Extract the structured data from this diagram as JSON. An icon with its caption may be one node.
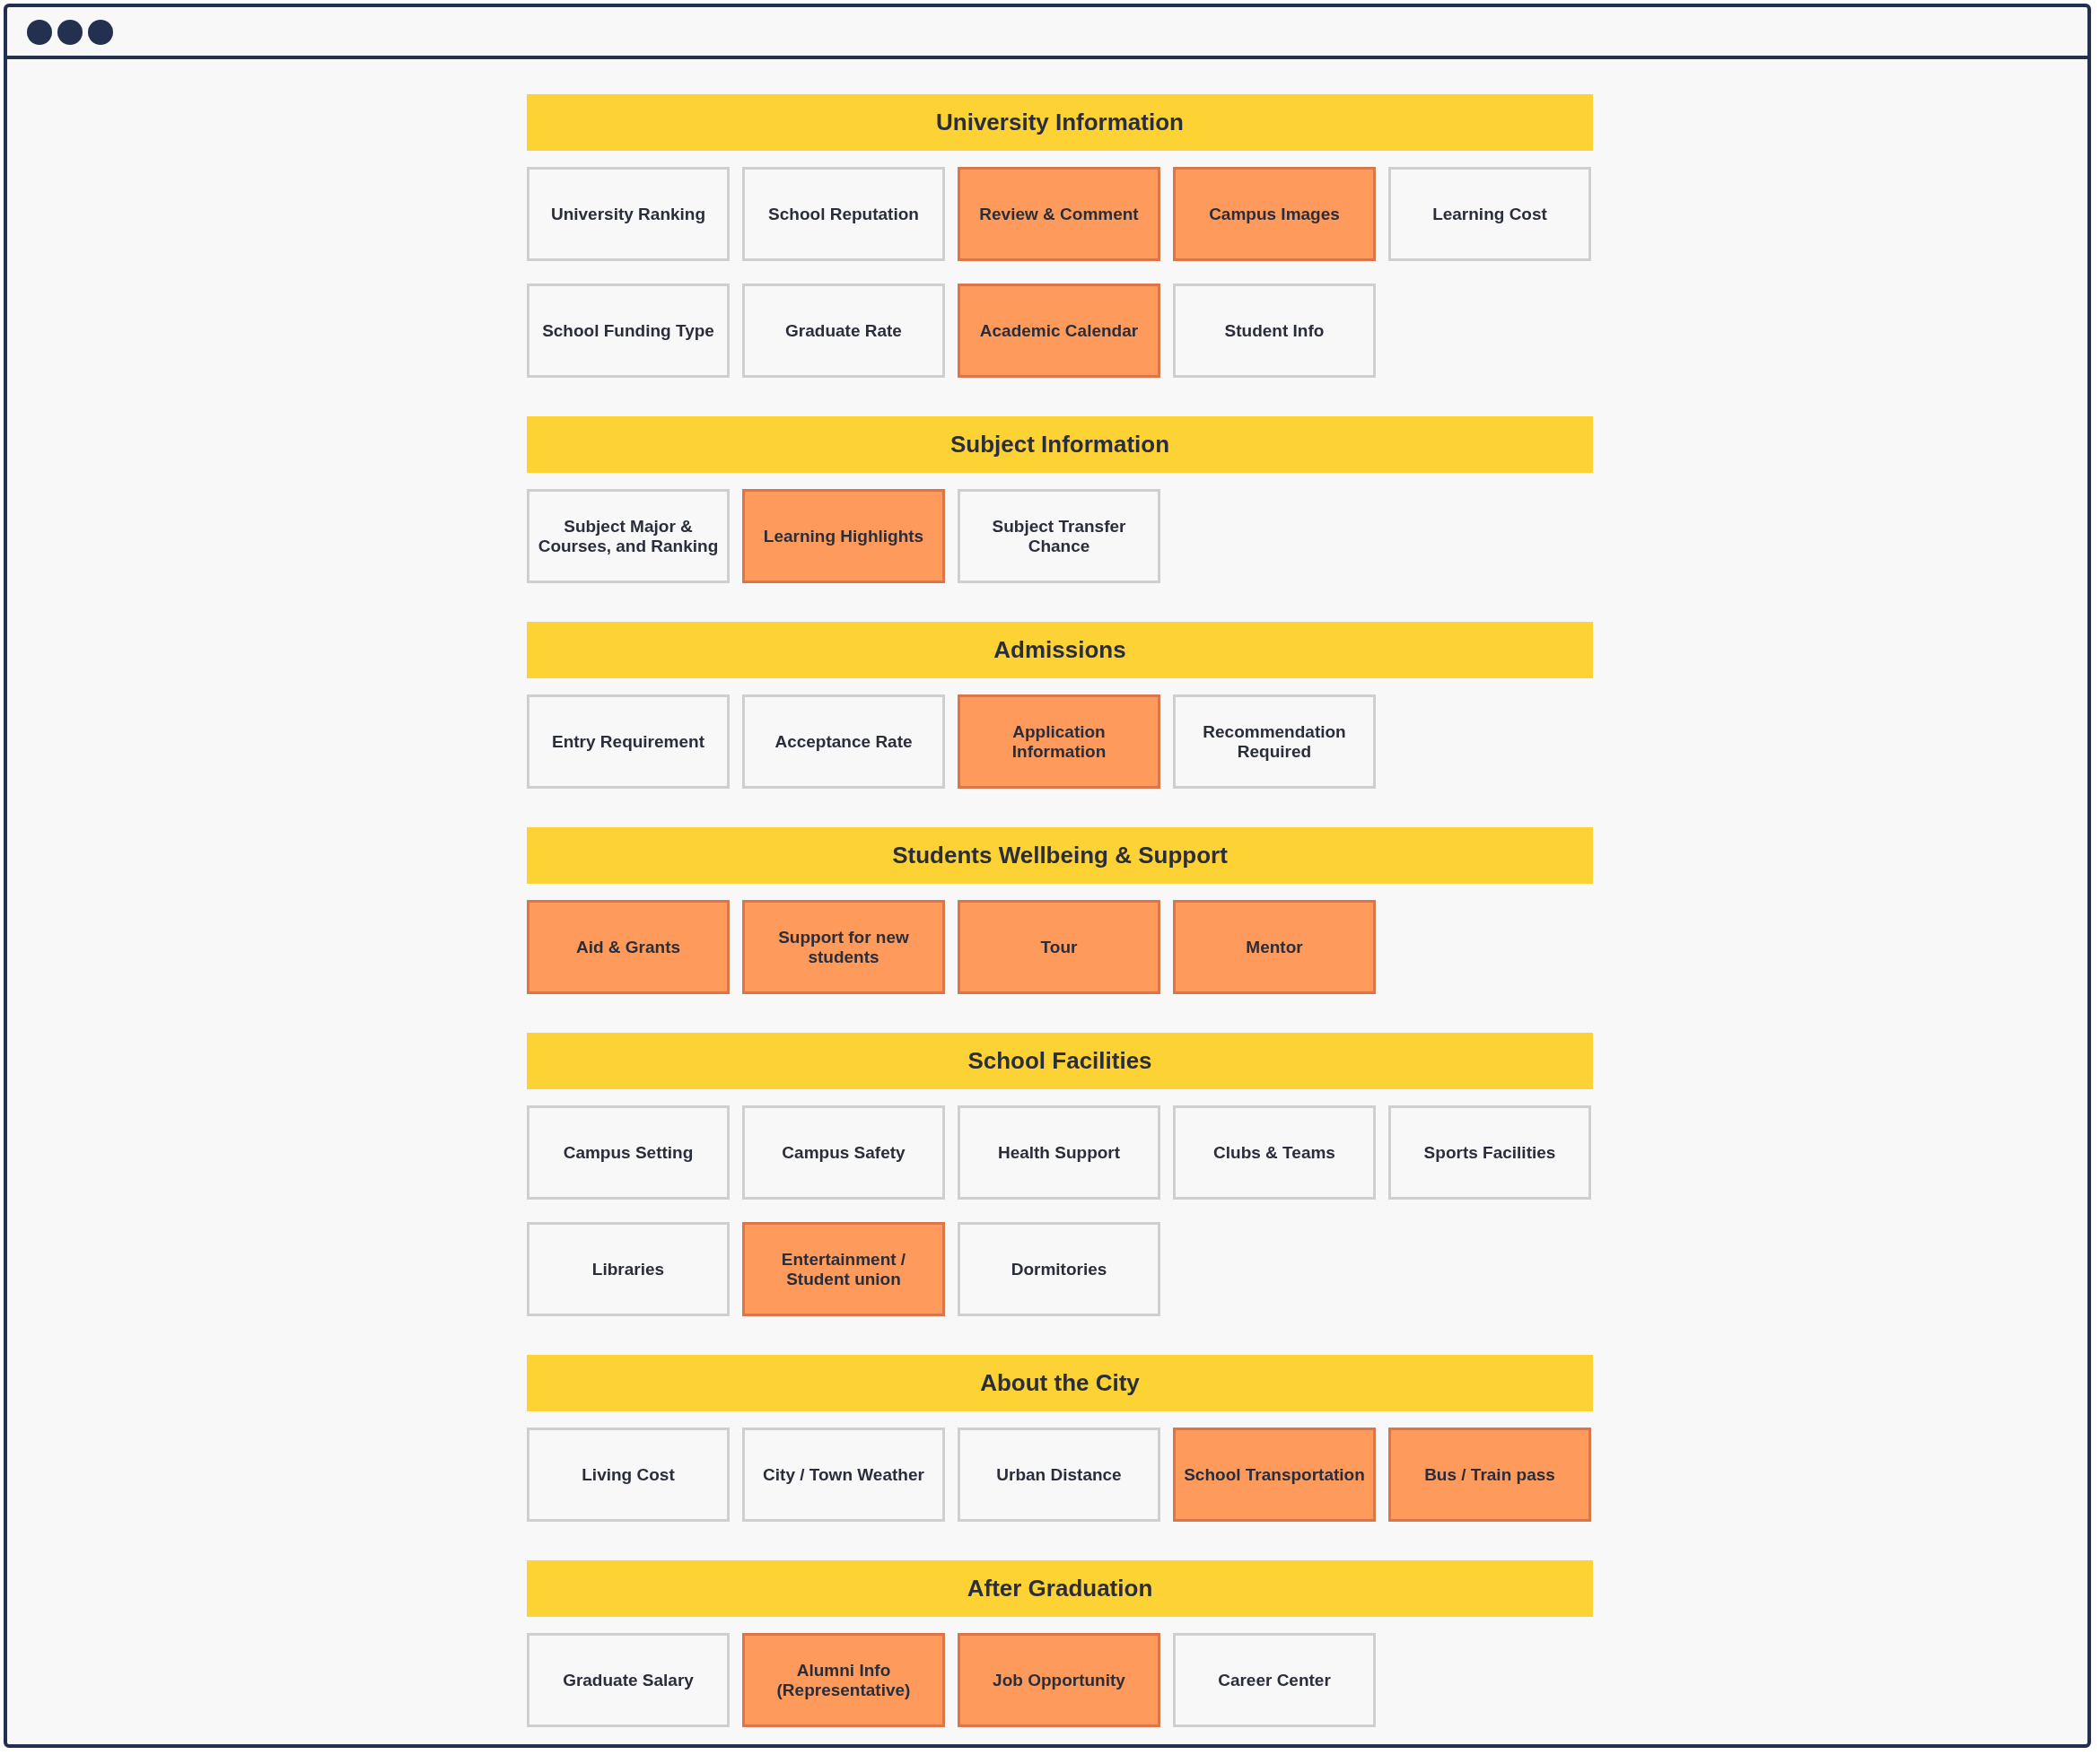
{
  "diagram": {
    "nodes": [
      {
        "text": [
          "University Information"
        ]
      },
      {
        "text": [
          "University Ranking"
        ]
      },
      {
        "text": [
          "School Reputation"
        ]
      },
      {
        "text": [
          "Review & Comment"
        ]
      },
      {
        "text": [
          "Campus Images"
        ]
      },
      {
        "text": [
          "Learning Cost"
        ]
      },
      {
        "text": [
          "School Funding Type"
        ]
      },
      {
        "text": [
          "Graduate Rate"
        ]
      },
      {
        "text": [
          "Academic Calendar"
        ]
      },
      {
        "text": [
          "Student Info"
        ]
      },
      {
        "text": [
          "Subject Information"
        ]
      },
      {
        "text": [
          "Subject Major & Courses, and Ranking"
        ]
      },
      {
        "text": [
          "Learning Highlights"
        ]
      },
      {
        "text": [
          "Subject Transfer Chance"
        ]
      },
      {
        "text": [
          "Admissions"
        ]
      },
      {
        "text": [
          "Entry Requirement"
        ]
      },
      {
        "text": [
          "Acceptance Rate"
        ]
      },
      {
        "text": [
          "Application Information"
        ]
      },
      {
        "text": [
          "Recommendation Required"
        ]
      },
      {
        "text": [
          "Students Wellbeing & Support"
        ]
      },
      {
        "text": [
          "Aid & Grants"
        ]
      },
      {
        "text": [
          "Support for new students"
        ]
      },
      {
        "text": [
          "Tour"
        ]
      },
      {
        "text": [
          "Mentor"
        ]
      },
      {
        "text": [
          "School Facilities"
        ]
      },
      {
        "text": [
          "Campus Setting"
        ]
      },
      {
        "text": [
          "Campus Safety"
        ]
      },
      {
        "text": [
          "Health Support"
        ]
      },
      {
        "text": [
          "Clubs & Teams"
        ]
      },
      {
        "text": [
          "Sports Facilities"
        ]
      },
      {
        "text": [
          "Libraries"
        ]
      },
      {
        "text": [
          "Entertainment / Student union"
        ]
      },
      {
        "text": [
          "Dormitories"
        ]
      },
      {
        "text": [
          "About the City"
        ]
      },
      {
        "text": [
          "Living Cost"
        ]
      },
      {
        "text": [
          "City / Town Weather"
        ]
      },
      {
        "text": [
          "Urban Distance"
        ]
      },
      {
        "text": [
          "School Transportation"
        ]
      },
      {
        "text": [
          "Bus / Train pass"
        ]
      },
      {
        "text": [
          "After Graduation"
        ]
      },
      {
        "text": [
          "Graduate Salary"
        ]
      },
      {
        "text": [
          "Alumni Info (Representative)"
        ]
      },
      {
        "text": [
          "Job Opportunity"
        ]
      },
      {
        "text": [
          "Career Center"
        ]
      }
    ]
  }
}
